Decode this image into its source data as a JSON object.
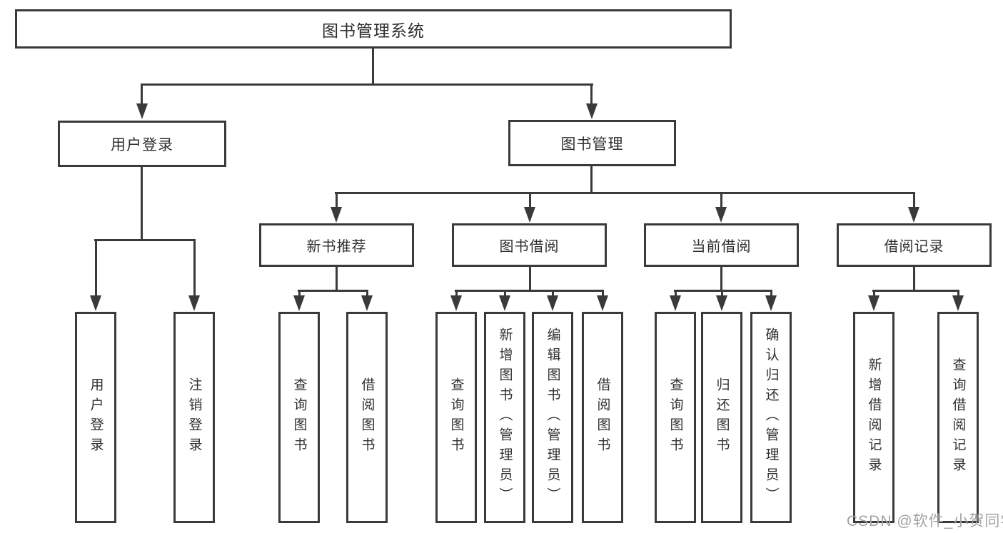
{
  "diagram": {
    "root": {
      "label": "图书管理系统"
    },
    "level2": [
      {
        "label": "用户登录"
      },
      {
        "label": "图书管理"
      }
    ],
    "level3": [
      {
        "label": "新书推荐"
      },
      {
        "label": "图书借阅"
      },
      {
        "label": "当前借阅"
      },
      {
        "label": "借阅记录"
      }
    ],
    "leaves": {
      "user_login": [
        {
          "label": "用户登录"
        },
        {
          "label": "注销登录"
        }
      ],
      "new_books": [
        {
          "label": "查询图书"
        },
        {
          "label": "借阅图书"
        }
      ],
      "book_borrow": [
        {
          "label": "查询图书"
        },
        {
          "label": "新增图书（管理员）"
        },
        {
          "label": "编辑图书（管理员）"
        },
        {
          "label": "借阅图书"
        }
      ],
      "current_borrow": [
        {
          "label": "查询图书"
        },
        {
          "label": "归还图书"
        },
        {
          "label": "确认归还（管理员）"
        }
      ],
      "borrow_records": [
        {
          "label": "新增借阅记录"
        },
        {
          "label": "查询借阅记录"
        }
      ]
    }
  },
  "watermark": {
    "text": "CSDN @软件_小贺同学"
  },
  "colors": {
    "line": "#3a3a3a",
    "text": "#2f2f2f",
    "watermark": "#a3a3a3",
    "background": "#ffffff"
  }
}
